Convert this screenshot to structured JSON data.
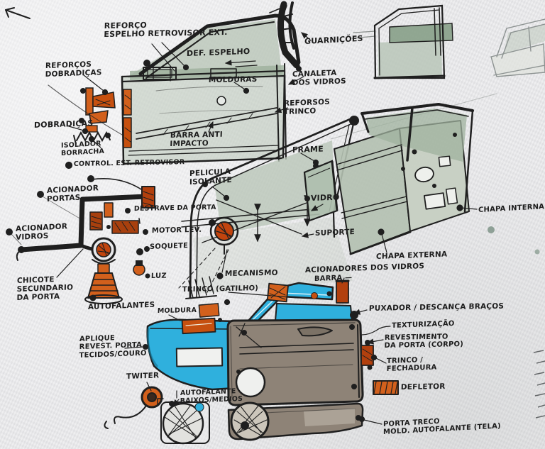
{
  "palette": {
    "paper": "#e8e8ea",
    "ink": "#1f1f1f",
    "glass_green": "#b9c6b8",
    "glass_green_dark": "#93a593",
    "accent_orange": "#d2601c",
    "accent_rust": "#a8400e",
    "accent_blue": "#2fb0dd",
    "trim_taupe": "#8e8377"
  },
  "labels": {
    "reforco_espelho": "REFORÇO\nESPELHO RETROVISOR EXT.",
    "def_espelho": "DEF. ESPELHO",
    "reforcos_dobradicas": "REFORÇOS\nDOBRADIÇAS",
    "molduras": "MOLDURAS",
    "canaleta_vidros": "CANALETA\nDOS VIDROS",
    "guarnicoes": "GUARNIÇÕES",
    "reforsos_trinco": "REFORSOS\nTRINCO",
    "dobradicas": "DOBRADIÇAS",
    "barra_anti_impacto": "BARRA ANTI\nIMPACTO",
    "isolador_borracha": "ISOLADOR\nBORRACHA",
    "control_retrovisor": "CONTROL. EST. RETROVISOR",
    "frame": "FRAME",
    "pelicula_isolante": "PELICULA\nISOLANTE",
    "vidro": "VIDRO",
    "chapa_interna": "CHAPA INTERNA",
    "chapa_externa": "CHAPA EXTERNA",
    "suporte": "SUPORTE",
    "acionador_portas": "ACIONADOR\nPORTAS",
    "acionador_vidros": "ACIONADOR\nVIDROS",
    "destrave_porta": "DESTRAVE DA PORTA",
    "motor_lev": "MOTOR LEV.",
    "soquete": "SOQUETE",
    "luz": "LUZ",
    "mecanismo": "MECANISMO",
    "chicote": "CHICOTE\nSECUNDARIO\nDA PORTA",
    "trinco_gatilho": "TRINCO (GATILHO)",
    "autofalantes": "AUTOFALANTES",
    "moldura": "MOLDURA",
    "acionadores_dos_vidros": "ACIONADORES DOS VIDROS",
    "barra": "BARRA —",
    "puxador": "PUXADOR / DESCANÇA BRAÇOS",
    "texturizacao": "TEXTURIZAÇÃO",
    "revestimento": "REVESTIMENTO\nDA PORTA (CORPO)",
    "aplique": "APLIQUE\nREVEST. PORTA\nTECIDOS/COURO",
    "trinco_fechadura": "TRINCO /\nFECHADURA",
    "twiter": "TWITER",
    "defletor": "DEFLETOR",
    "autofalante_baixos": "AUTOFALANTE\nBAIXOS/MEDIOS",
    "porta_treco": "PORTA TRECO\nMOLD. AUTOFALANTE (TELA)"
  }
}
